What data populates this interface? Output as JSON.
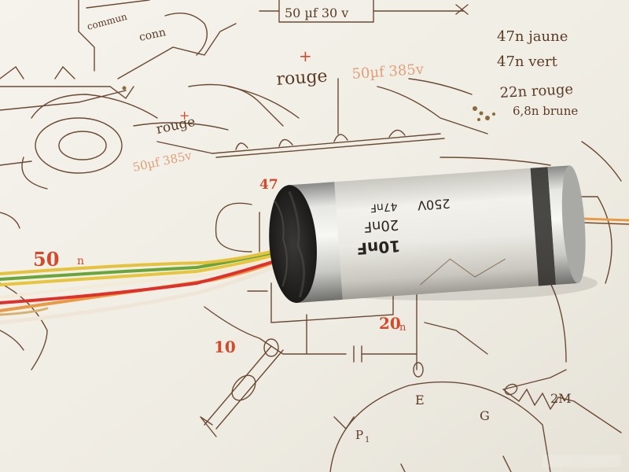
{
  "photo": {
    "schematic_notes": {
      "cap_label_top": "50 µf 30 v",
      "plus_top": "+",
      "rouge_top": "rouge",
      "rouge_top_value": "50µf 385v",
      "plus_left": "+",
      "rouge_left": "rouge",
      "rouge_left_value": "50µf 385v",
      "commun": "commun",
      "conn": "conn",
      "legend": [
        "47n jaune",
        "47n vert",
        "22n rouge",
        "6,8n brune"
      ],
      "node_E": "E",
      "node_G": "G",
      "node_P": "P",
      "node_P_sub": "1",
      "res_2M": "2M"
    },
    "red_markings": {
      "m47": "47",
      "m50": "50",
      "m50_suffix": "n",
      "m10": "10",
      "m20": "20",
      "m20_suffix": "n"
    },
    "capacitor_label": {
      "line1": "10nF",
      "line2": "20nF",
      "line3": "47nF",
      "line4": "250V"
    },
    "colors": {
      "paper": "#f1efe7",
      "ink": "#5a3b25",
      "red_ink": "#d24a2a",
      "orange_ink": "#e0a07a",
      "wire_green": "#6aa53a",
      "wire_yellow": "#e8c53a",
      "wire_red": "#e0302a",
      "wire_orange": "#e89a45"
    }
  }
}
